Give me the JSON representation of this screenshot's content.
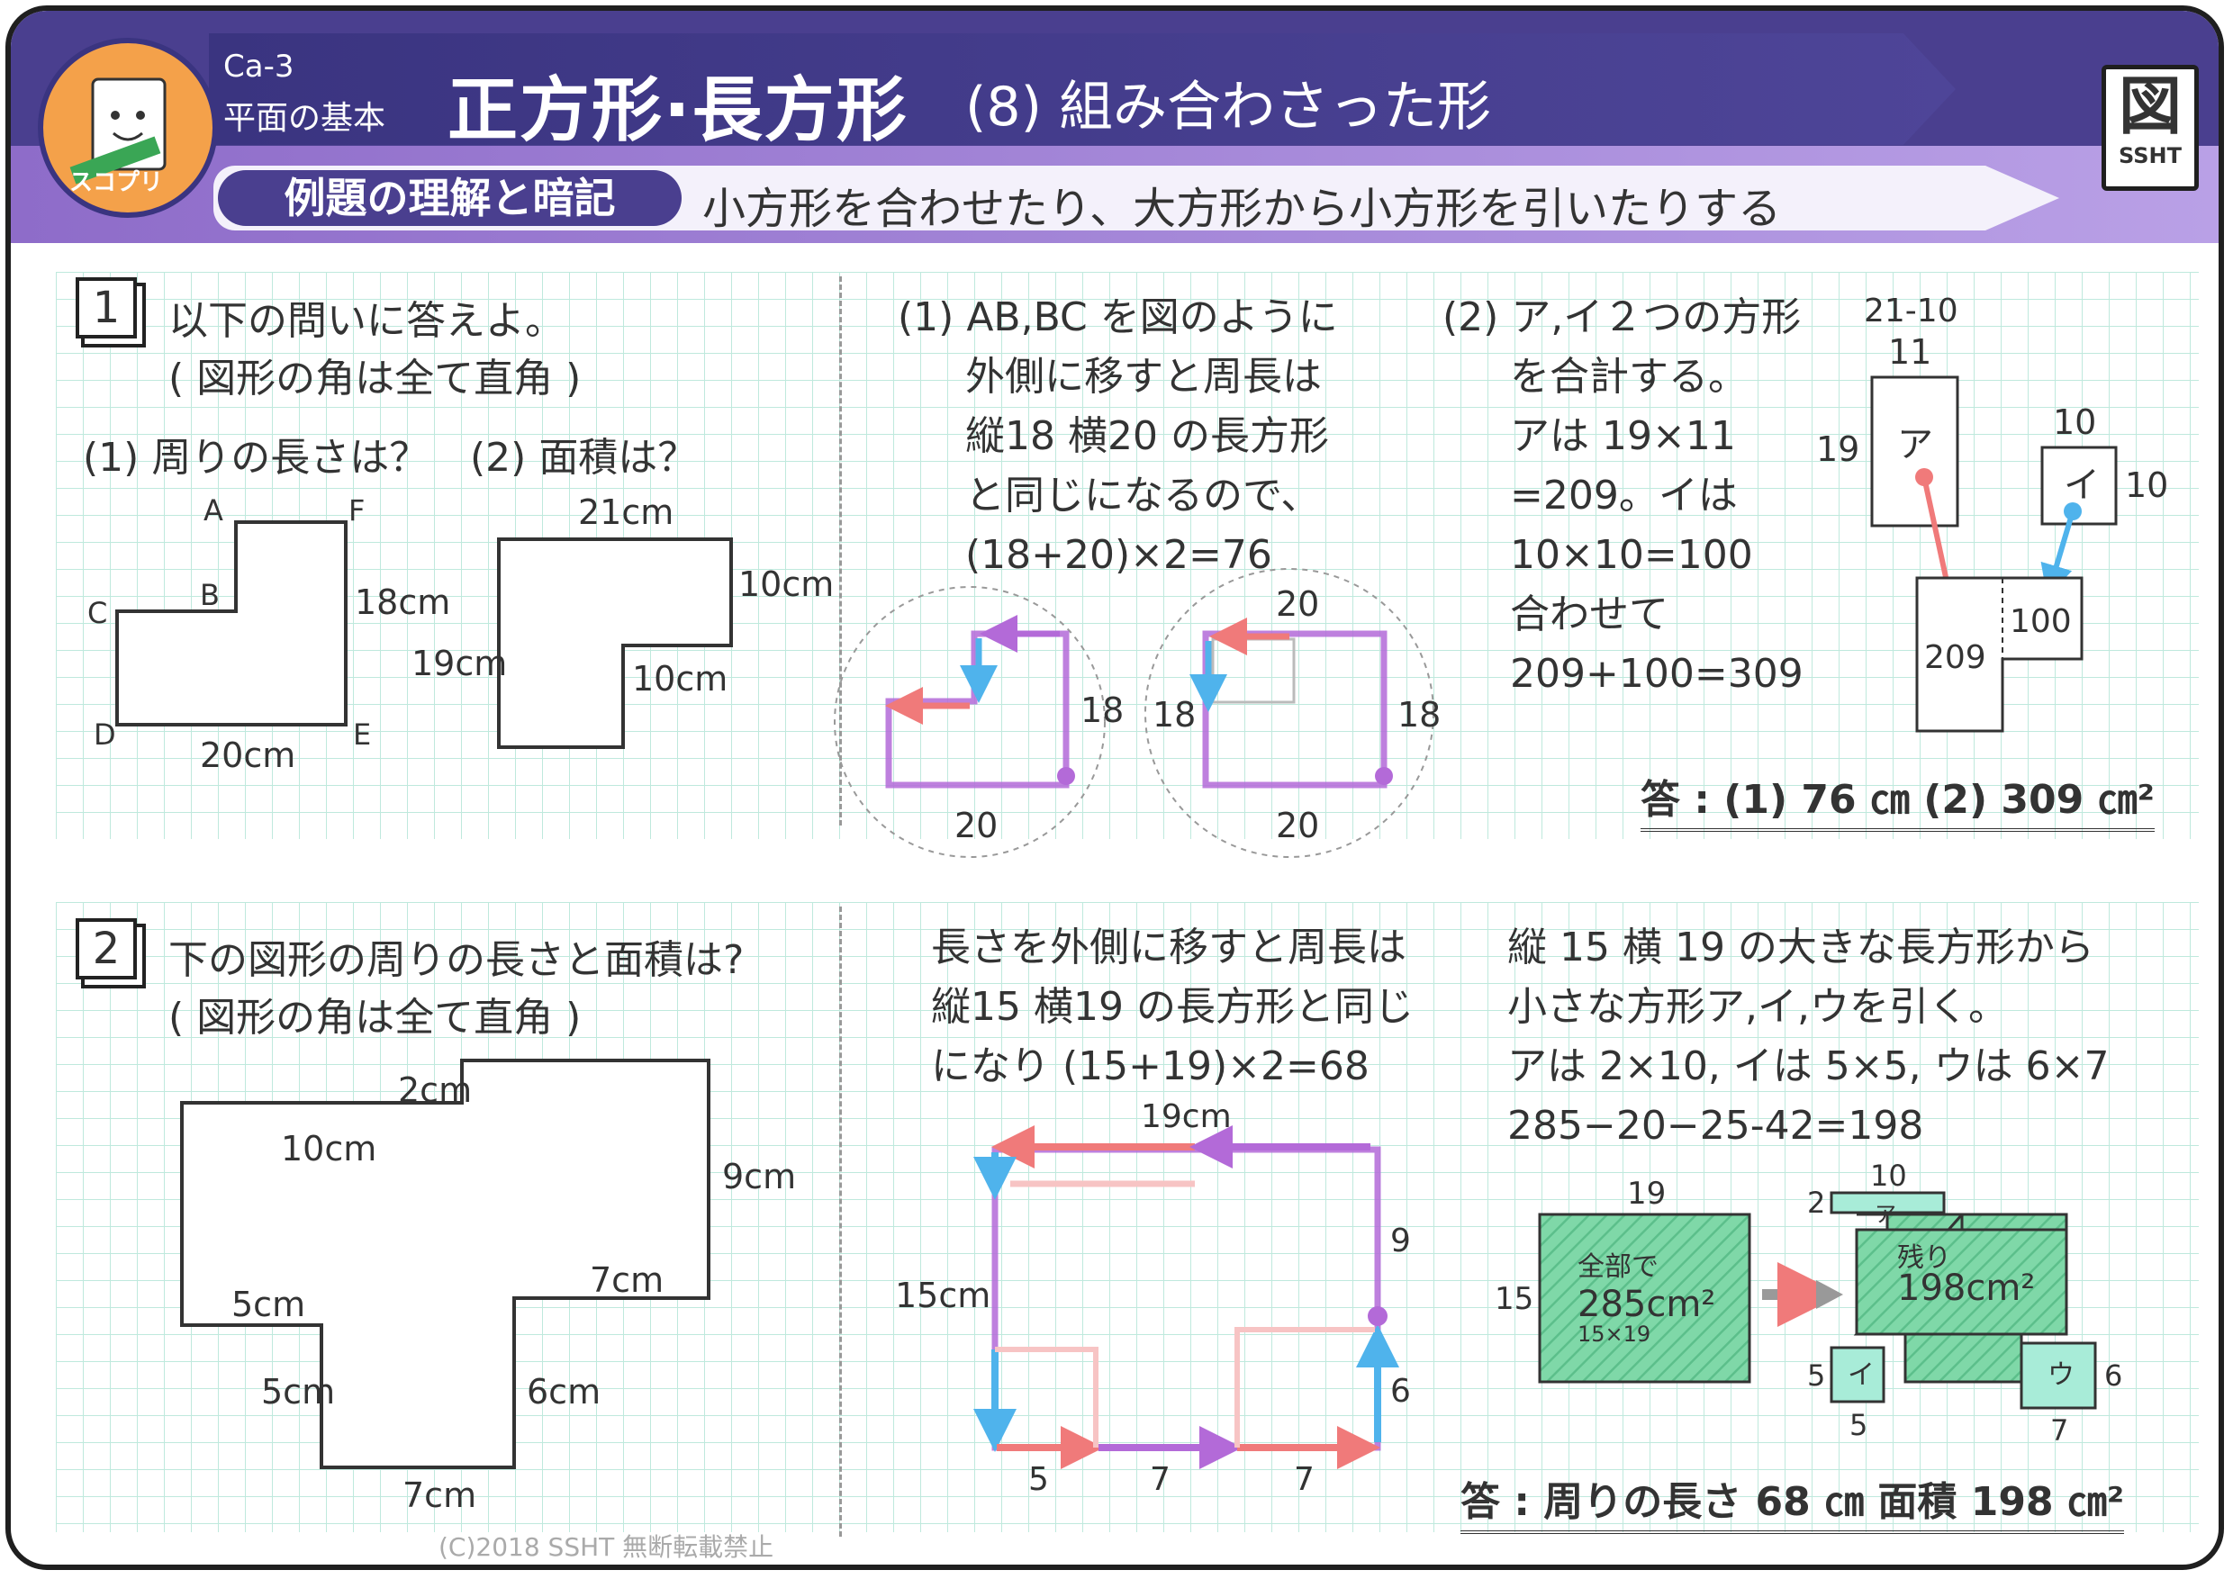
{
  "header": {
    "code": "Ca-3",
    "unit": "平面の基本",
    "title": "正方形·長方形",
    "subtitle": "(8) 組み合わさった形",
    "pill": "例題の理解と暗記",
    "description": "小方形を合わせたり、大方形から小方形を引いたりする",
    "logo_text": "スコプリ",
    "badge_glyph": "図",
    "badge_label": "SSHT"
  },
  "colors": {
    "header_dark": "#4a3f8f",
    "header_light": "#8e6cc9",
    "grid": "#bfe9dd",
    "red_arrow": "#f07a7a",
    "blue_arrow": "#4fb3ec",
    "purple_arrow": "#b36ad8",
    "green_fill": "#7fd8a8"
  },
  "problem1": {
    "number": "1",
    "prompt": "以下の問いに答えよ。",
    "note": "( 図形の角は全て直角 )",
    "q1": "(1) 周りの長さは？",
    "q2": "(2) 面積は？",
    "fig1": {
      "A": "A",
      "F": "F",
      "B": "B",
      "C": "C",
      "D": "D",
      "E": "E",
      "side_right": "18cm",
      "side_bottom": "20cm"
    },
    "fig2": {
      "top": "21cm",
      "right": "10cm",
      "left": "19cm",
      "inner": "10cm"
    },
    "sol1": [
      "(1) AB,BC を図のように",
      "外側に移すと周長は",
      "縦18 横20 の長方形",
      "と同じになるので、",
      "(18+20)×2=76"
    ],
    "sol1_fig": {
      "a_right": "18",
      "a_bottom": "20",
      "b_top": "20",
      "b_left": "18",
      "b_right": "18",
      "b_bottom": "20"
    },
    "sol2": [
      "(2) ア,イ２つの方形",
      "を合計する。",
      "アは 19×11",
      "=209。イは",
      "10×10=100",
      "合わせて",
      "209+100=309"
    ],
    "sol2_fig": {
      "calc": "21-10",
      "a_w": "11",
      "a_h": "19",
      "a": "ア",
      "b_w": "10",
      "b_h": "10",
      "b": "イ",
      "sum_a": "209",
      "sum_b": "100"
    },
    "answer": "答 : (1) 76 ㎝  (2) 309 ㎝²"
  },
  "problem2": {
    "number": "2",
    "prompt": "下の図形の周りの長さと面積は?",
    "note": "( 図形の角は全て直角 )",
    "fig": {
      "top": "2cm",
      "upper_left": "10cm",
      "right": "9cm",
      "left_notch": "5cm",
      "right_notch": "7cm",
      "lower_left": "5cm",
      "lower_right": "6cm",
      "bottom": "7cm"
    },
    "sol1": [
      "長さを外側に移すと周長は",
      "縦15 横19 の長方形と同じ",
      "になり (15+19)×2=68"
    ],
    "sol1_fig": {
      "top": "19cm",
      "left": "15cm",
      "r1": "9",
      "r2": "6",
      "b1": "5",
      "b2": "7",
      "b3": "7"
    },
    "sol2": [
      "縦 15 横 19 の大きな長方形から",
      "小さな方形ア,イ,ウを引く。",
      "アは 2×10, イは 5×5, ウは 6×7",
      "285−20−25-42=198"
    ],
    "sol2_fig": {
      "big_w": "19",
      "big_h": "15",
      "big_label1": "全部で",
      "big_value": "285cm²",
      "big_calc": "15×19",
      "rem_label": "残り",
      "rem_value": "198cm²",
      "a_w": "10",
      "a_h": "2",
      "a": "ア",
      "i_w": "5",
      "i_h": "5",
      "i": "イ",
      "u_w": "7",
      "u_h": "6",
      "u": "ウ"
    },
    "answer": "答 : 周りの長さ 68 ㎝  面積 198 ㎝²"
  },
  "copyright": "(C)2018 SSHT 無断転載禁止"
}
